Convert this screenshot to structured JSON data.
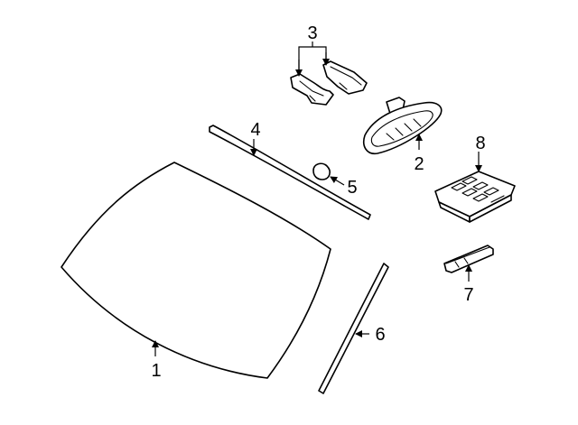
{
  "callouts": {
    "n1": "1",
    "n2": "2",
    "n3": "3",
    "n4": "4",
    "n5": "5",
    "n6": "6",
    "n7": "7",
    "n8": "8"
  }
}
